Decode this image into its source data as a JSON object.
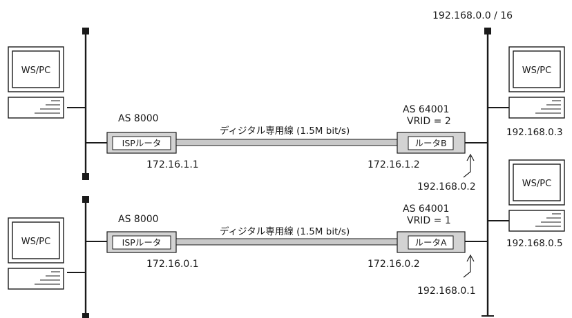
{
  "network_label": "192.168.0.0 / 16",
  "colors": {
    "line": "#1a1a1a",
    "router_fill": "#d3d3d3",
    "link_fill": "#c8c8c8"
  },
  "pcs": [
    {
      "label": "WS/PC"
    },
    {
      "label": "WS/PC"
    },
    {
      "label": "WS/PC",
      "ip": "192.168.0.3"
    },
    {
      "label": "WS/PC",
      "ip": "192.168.0.5"
    }
  ],
  "links": [
    {
      "isp_as": "AS 8000",
      "isp_router": "ISPルータ",
      "isp_ip": "172.16.1.1",
      "line_label": "ディジタル専用線 (1.5M bit/s)",
      "local_as": "AS 64001",
      "vrid": "VRID = 2",
      "local_router": "ルータB",
      "local_wan_ip": "172.16.1.2",
      "local_lan_ip": "192.168.0.2"
    },
    {
      "isp_as": "AS 8000",
      "isp_router": "ISPルータ",
      "isp_ip": "172.16.0.1",
      "line_label": "ディジタル専用線 (1.5M bit/s)",
      "local_as": "AS 64001",
      "vrid": "VRID = 1",
      "local_router": "ルータA",
      "local_wan_ip": "172.16.0.2",
      "local_lan_ip": "192.168.0.1"
    }
  ]
}
